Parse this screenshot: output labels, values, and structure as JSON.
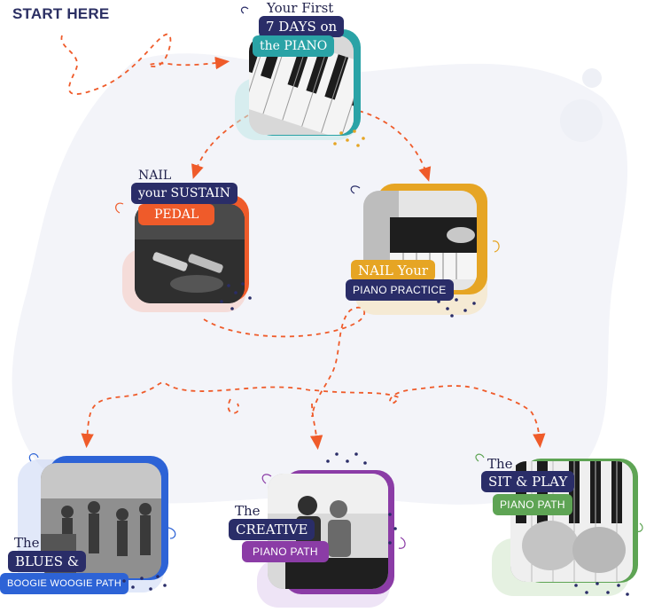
{
  "header": {
    "start_label": "START HERE"
  },
  "colors": {
    "arrow": "#ef5b2a",
    "navy": "#2a2d68",
    "teal": "#2aa3a6",
    "orange": "#ef5b2a",
    "gold": "#e6a524",
    "blue": "#2d63d6",
    "purple": "#8b3ca6",
    "green": "#5ea454",
    "blob": "#f3f4f9"
  },
  "cards": {
    "seven_days": {
      "line1": "Your First",
      "line2": "7 DAYS on",
      "line3": "the PIANO"
    },
    "sustain": {
      "line1": "NAIL",
      "line2": "your SUSTAIN",
      "line3": "PEDAL"
    },
    "practice": {
      "line1": "NAIL Your",
      "line2": "PIANO PRACTICE"
    },
    "blues": {
      "line1": "The",
      "line2": "BLUES &",
      "line3": "BOOGIE WOOGIE PATH"
    },
    "creative": {
      "line1": "The",
      "line2": "CREATIVE",
      "line3": "PIANO PATH"
    },
    "sit_play": {
      "line1": "The",
      "line2": "SIT & PLAY",
      "line3": "PIANO PATH"
    }
  },
  "icons": {
    "arrow": "dashed-arrow-icon",
    "keys": "piano-keys-icon",
    "pedal": "piano-pedal-icon",
    "band": "dancing-crowd-icon",
    "duo": "two-players-icon",
    "hands": "hands-on-keys-icon"
  }
}
